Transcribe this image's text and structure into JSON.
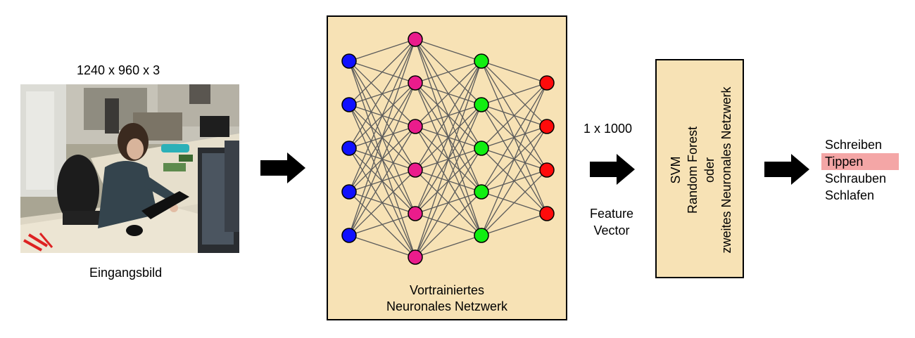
{
  "input": {
    "dimensions": "1240 x 960 x 3",
    "caption": "Eingangsbild"
  },
  "network": {
    "label_line1": "Vortrainiertes",
    "label_line2": "Neuronales Netzwerk",
    "layers": [
      {
        "count": 5,
        "color": "#1010ff"
      },
      {
        "count": 6,
        "color": "#ea1c8c"
      },
      {
        "count": 5,
        "color": "#11ee11"
      },
      {
        "count": 4,
        "color": "#ff0b0b"
      }
    ],
    "edge_color": "#5a5a5a"
  },
  "feature": {
    "size": "1 x 1000",
    "label_line1": "Feature",
    "label_line2": "Vector"
  },
  "classifier": {
    "lines": [
      "SVM",
      "Random Forest",
      "oder",
      "zweites Neuronales Netzwerk"
    ]
  },
  "outputs": [
    {
      "label": "Schreiben",
      "highlight": false
    },
    {
      "label": "Tippen",
      "highlight": true
    },
    {
      "label": "Schrauben",
      "highlight": false
    },
    {
      "label": "Schlafen",
      "highlight": false
    }
  ],
  "colors": {
    "box_fill": "#f7e2b5",
    "highlight": "#f4a6a6",
    "arrow": "#000000"
  }
}
